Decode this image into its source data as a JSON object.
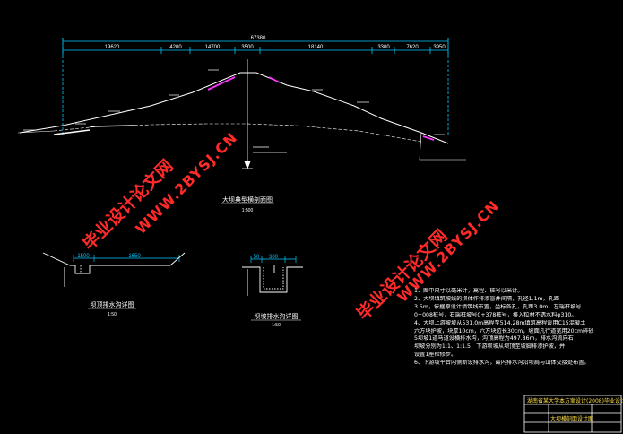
{
  "drawing": {
    "main_section": {
      "title": "大坝典型横剖面图",
      "scale": "1:500",
      "dims_top": [
        "19620",
        "4200",
        "14700",
        "3500",
        "18140",
        "3300",
        "7620",
        "3950"
      ],
      "dim_total": "67380"
    },
    "detail_left": {
      "title": "坝顶排水沟详图",
      "scale": "1:50",
      "dims": [
        "1500",
        "1650"
      ]
    },
    "detail_mid": {
      "title": "坝坡排水沟详图",
      "scale": "1:50",
      "dims": [
        "50",
        "300"
      ]
    }
  },
  "watermarks": {
    "cn_text": "毕业设计论文网",
    "url_text": "WWW.2BYSJ.CN"
  },
  "notes": [
    "1、图中尺寸以毫米计，高程、桩号以米计。",
    "2、大坝填筑坡线的坝体作排渗盲并间隔，孔径1.1m，孔距",
    "3.5m，依据原设计填筑线布置，坐标各孔，孔距3.0m，左端桩坡号",
    "0+008桩号，右端桩坡号0+378桩号，排入粒材不透水料φ310。",
    "4、大坝上游坡坡从531.0m高程至514.28m填筑高程设用C15混凝土",
    "六方块护坡，块厚10cm，六方块边长30cm，坡面凡行道宽用20cm碎砂",
    "5坝坡1道马道设横排水沟，沟顶高程为497.86m，排水沟流向右",
    "坝坡分别为1:1、1:1.5，下游坝坡从坝顶至坡脚排渗护坡，并",
    "设置1座检修步。",
    "6、下游坡平台内侧新设排水沟，最内排水沟沿坝肩与山体交接处布置。"
  ],
  "title_block": {
    "project": "湖南省某大学本方案设计(2008)毕业设计",
    "drawing_name": "大坝横剖面设计图"
  },
  "colors": {
    "background": "#000000",
    "line": "#ffffff",
    "dim_line": "#00c8ff",
    "accent": "#ff33ff",
    "watermark": "#ff2a2a",
    "title_text": "#ffe14d"
  }
}
